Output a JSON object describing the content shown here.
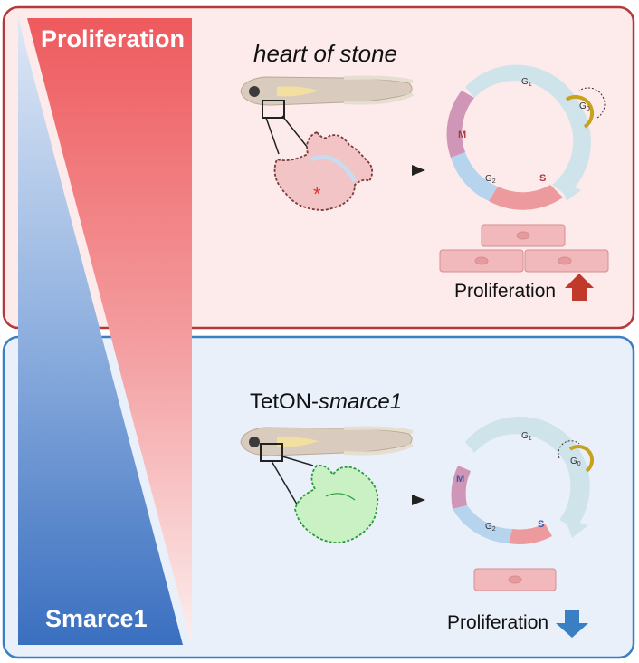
{
  "panels": {
    "top": {
      "title": "heart of stone",
      "cycle": {
        "phases": [
          "G1",
          "M",
          "G2",
          "S",
          "G0"
        ],
        "phase_labels": {
          "g1": "G",
          "g1_sub": "1",
          "g0": "G",
          "g0_sub": "0",
          "m": "M",
          "g2": "G",
          "g2_sub": "2",
          "s": "S"
        }
      },
      "result": {
        "label": "Proliferation",
        "direction": "up",
        "color": "#c0392b"
      }
    },
    "bottom": {
      "title_prefix": "TetON-",
      "title_gene": "smarce1",
      "cycle": {
        "phase_labels": {
          "g1": "G",
          "g1_sub": "1",
          "g0": "G",
          "g0_sub": "0",
          "m": "M",
          "g2": "G",
          "g2_sub": "2",
          "s": "S"
        }
      },
      "result": {
        "label": "Proliferation",
        "direction": "down",
        "color": "#3a7fc4"
      }
    }
  },
  "gradients": {
    "proliferation_label": "Proliferation",
    "smarce1_label": "Smarce1"
  },
  "colors": {
    "top_panel_border": "#b33a3a",
    "top_panel_fill": "#fdeaea",
    "bottom_panel_border": "#3a7fc4",
    "bottom_panel_fill": "#e9f0fa",
    "red_gradient": "#ee5a5e",
    "blue_gradient": "#3a6fc0"
  }
}
